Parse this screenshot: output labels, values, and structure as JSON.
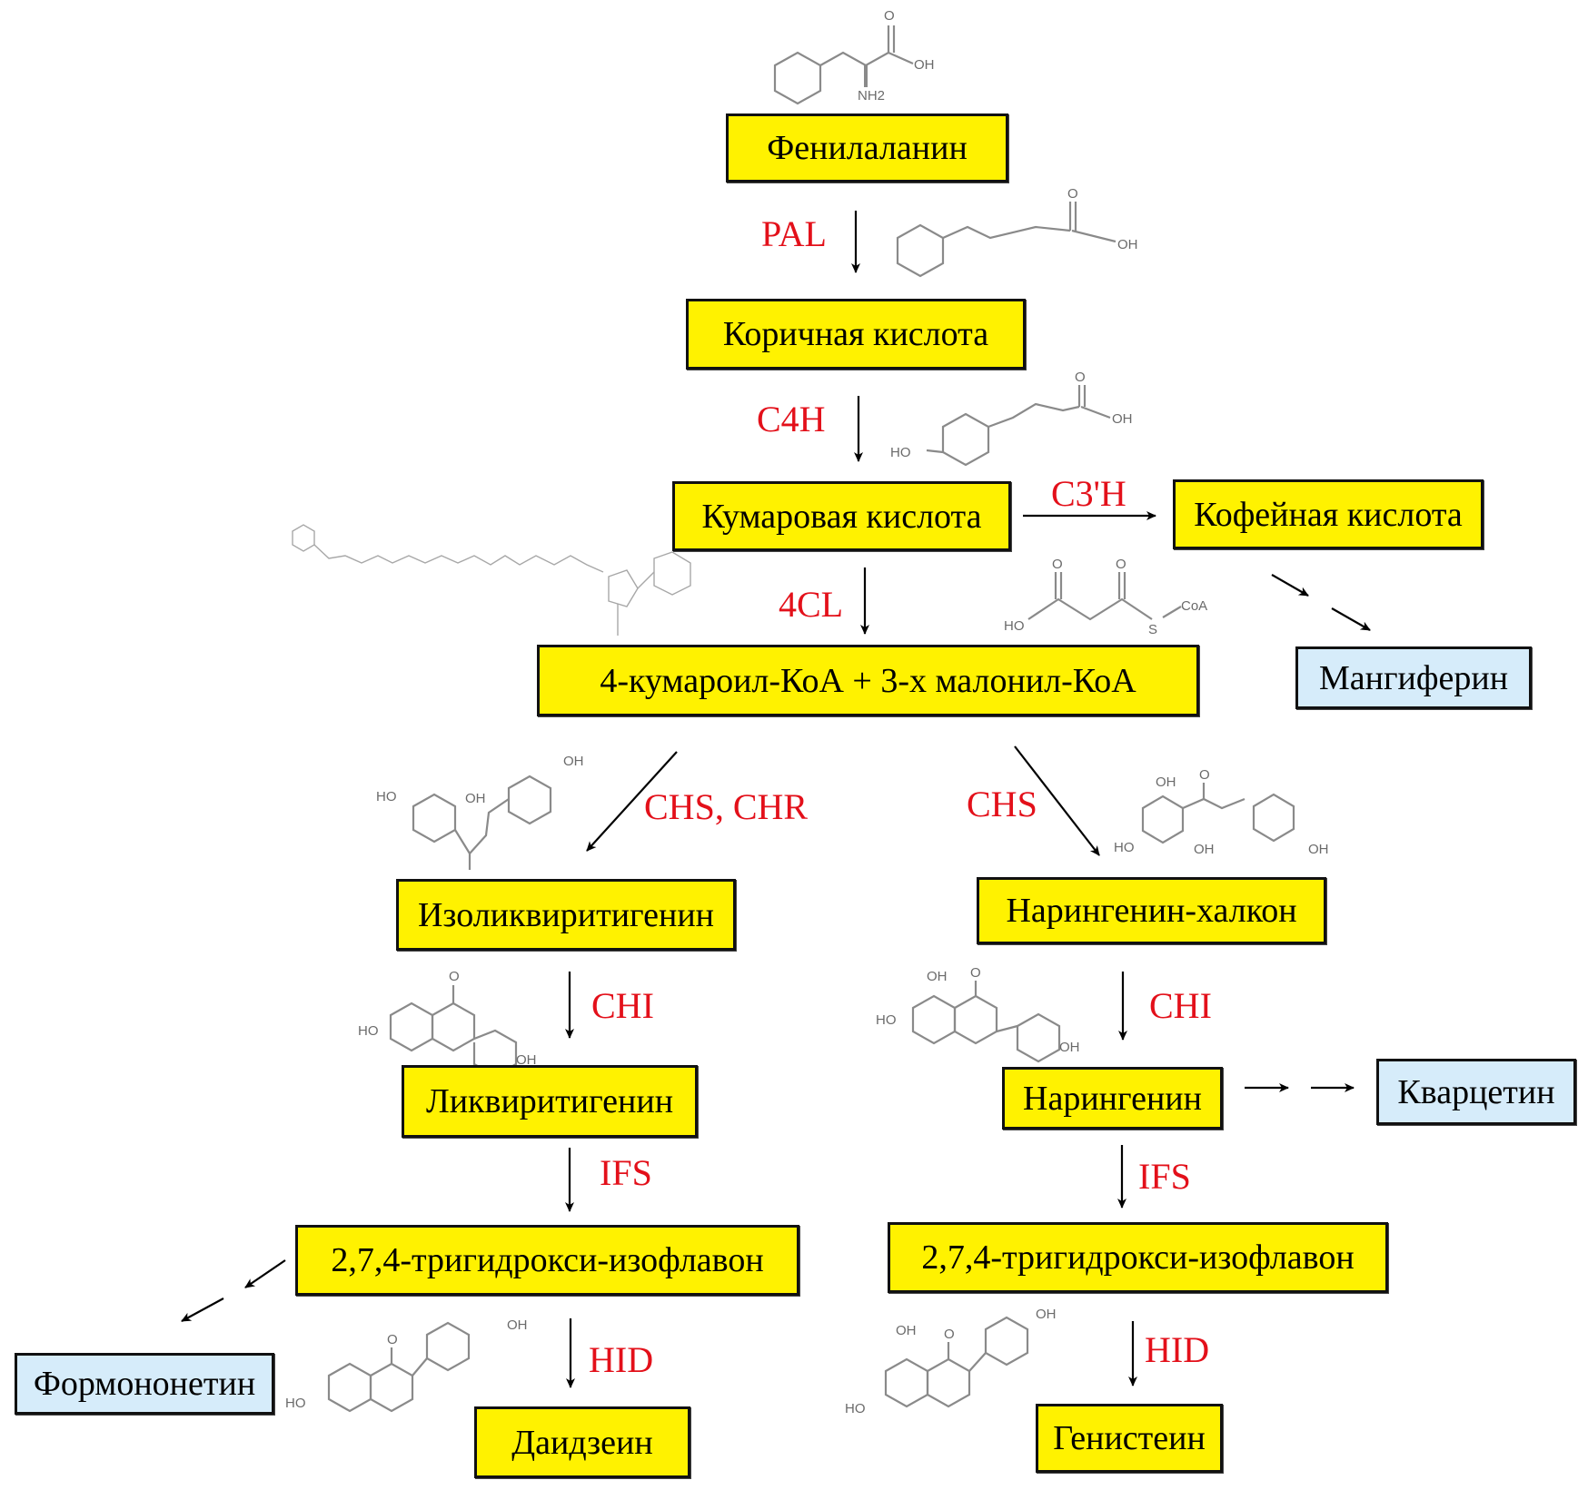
{
  "compounds": {
    "phenylalanine": "Фенилаланин",
    "cinnamic_acid": "Коричная кислота",
    "coumaric_acid": "Кумаровая кислота",
    "caffeic_acid": "Кофейная кислота",
    "coumaroyl_coa": "4-кумароил-КоА + 3-х малонил-КоА",
    "mangiferin": "Мангиферин",
    "isoliquiritigenin": "Изоликвиритигенин",
    "naringenin_chalcone": "Нарингенин-халкон",
    "liquiritigenin": "Ликвиритигенин",
    "naringenin": "Нарингенин",
    "quercetin": "Кварцетин",
    "trihydroxy_isoflavone_left": "2,7,4-тригидрокси-изофлавон",
    "trihydroxy_isoflavone_right": "2,7,4-тригидрокси-изофлавон",
    "formononetin": "Формононетин",
    "daidzein": "Даидзеин",
    "genistein": "Генистеин"
  },
  "enzymes": {
    "pal": "PAL",
    "c4h": "C4H",
    "c3h": "C3'H",
    "cl4": "4CL",
    "chs_chr": "CHS, CHR",
    "chs": "CHS",
    "chi_left": "CHI",
    "chi_right": "CHI",
    "ifs_left": "IFS",
    "ifs_right": "IFS",
    "hid_left": "HID",
    "hid_right": "HID"
  },
  "structure_labels": {
    "oh": "OH",
    "ho": "HO",
    "o": "O",
    "nh2": "NH2",
    "s": "S",
    "coa": "CoA"
  },
  "colors": {
    "product_box": "#fff200",
    "side_product_box": "#d6ecfa",
    "enzyme_text": "#e3101a"
  }
}
